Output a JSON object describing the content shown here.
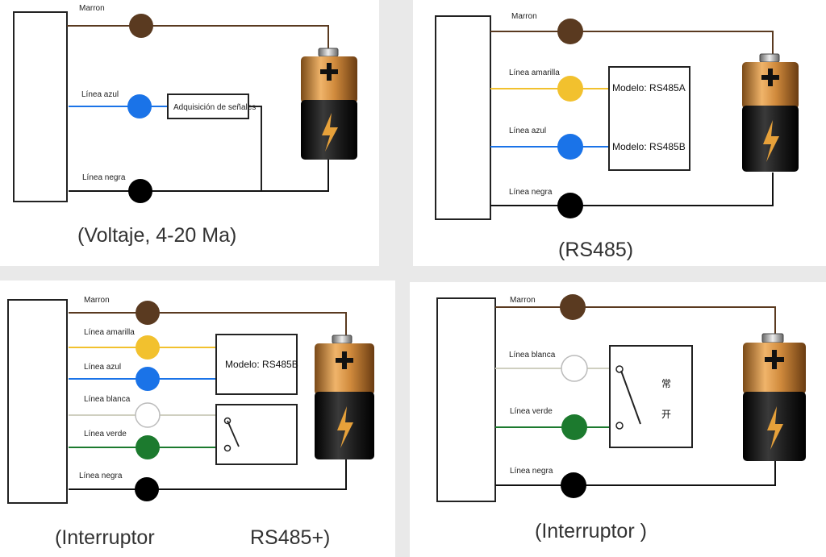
{
  "colors": {
    "brown": "#5a3a20",
    "blue": "#1a73e8",
    "yellow": "#f2c12e",
    "white_wire": "#cfcfc0",
    "green": "#1c7a2e",
    "black": "#111111",
    "battery_copper": "#c5853a",
    "battery_body": "#1a1a1a",
    "bolt": "#e7a13a"
  },
  "panels": {
    "voltage": {
      "label_brown": "Marron",
      "label_blue": "Línea azul",
      "label_black": "Línea negra",
      "box": "Adquisición de señales",
      "caption": "(Voltaje, 4-20 Ma)",
      "icons": [
        "battery-icon"
      ]
    },
    "rs485": {
      "label_brown": "Marron",
      "label_yellow": "Línea amarilla",
      "label_blue": "Línea azul",
      "label_black": "Línea negra",
      "box_line1": "Modelo: RS485A",
      "box_line2": "Modelo: RS485B",
      "caption": "(RS485)",
      "icons": [
        "battery-icon"
      ]
    },
    "switch_rs485": {
      "label_brown": "Marron",
      "label_yellow": "Línea amarilla",
      "label_blue": "Línea azul",
      "label_white": "Línea blanca",
      "label_green": "Línea verde",
      "label_black": "Línea negra",
      "box": "Modelo: RS485B",
      "caption_left": "(Interruptor",
      "caption_right": "RS485+)",
      "icons": [
        "battery-icon",
        "switch-icon"
      ]
    },
    "switch": {
      "label_brown": "Marron",
      "label_white": "Línea blanca",
      "label_green": "Línea verde",
      "label_black": "Línea negra",
      "box_line1": "常",
      "box_line2": "开",
      "caption": "(Interruptor )",
      "icons": [
        "battery-icon",
        "switch-icon"
      ]
    }
  }
}
